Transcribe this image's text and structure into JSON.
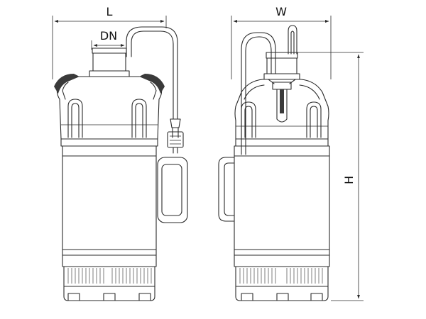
{
  "labels": {
    "length": "L",
    "nominal_diameter": "DN",
    "width": "W",
    "height": "H"
  },
  "colors": {
    "line": "#2a2a2a",
    "text": "#111111",
    "background": "#ffffff"
  }
}
